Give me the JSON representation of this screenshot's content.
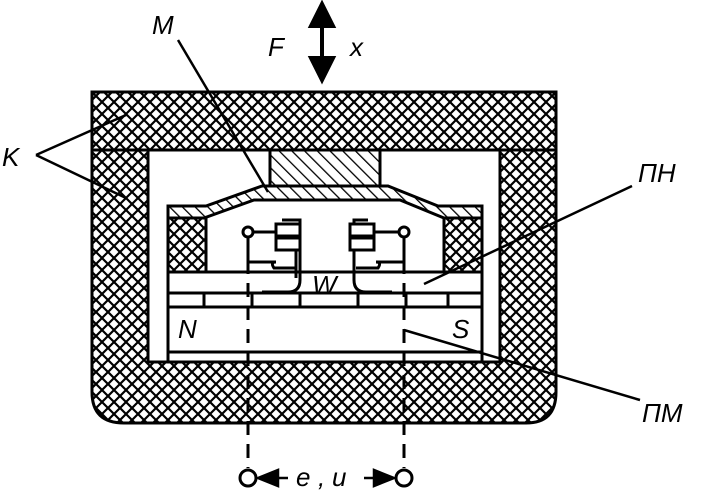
{
  "labels": {
    "force": "F",
    "displacement": "x",
    "membrane": "M",
    "housing": "K",
    "pn": "ПН",
    "pm": "ПМ",
    "winding": "W",
    "north": "N",
    "south": "S",
    "emf": "e",
    "separator": ",",
    "voltage": "u"
  },
  "colors": {
    "ink": "#000000",
    "background": "#ffffff"
  }
}
